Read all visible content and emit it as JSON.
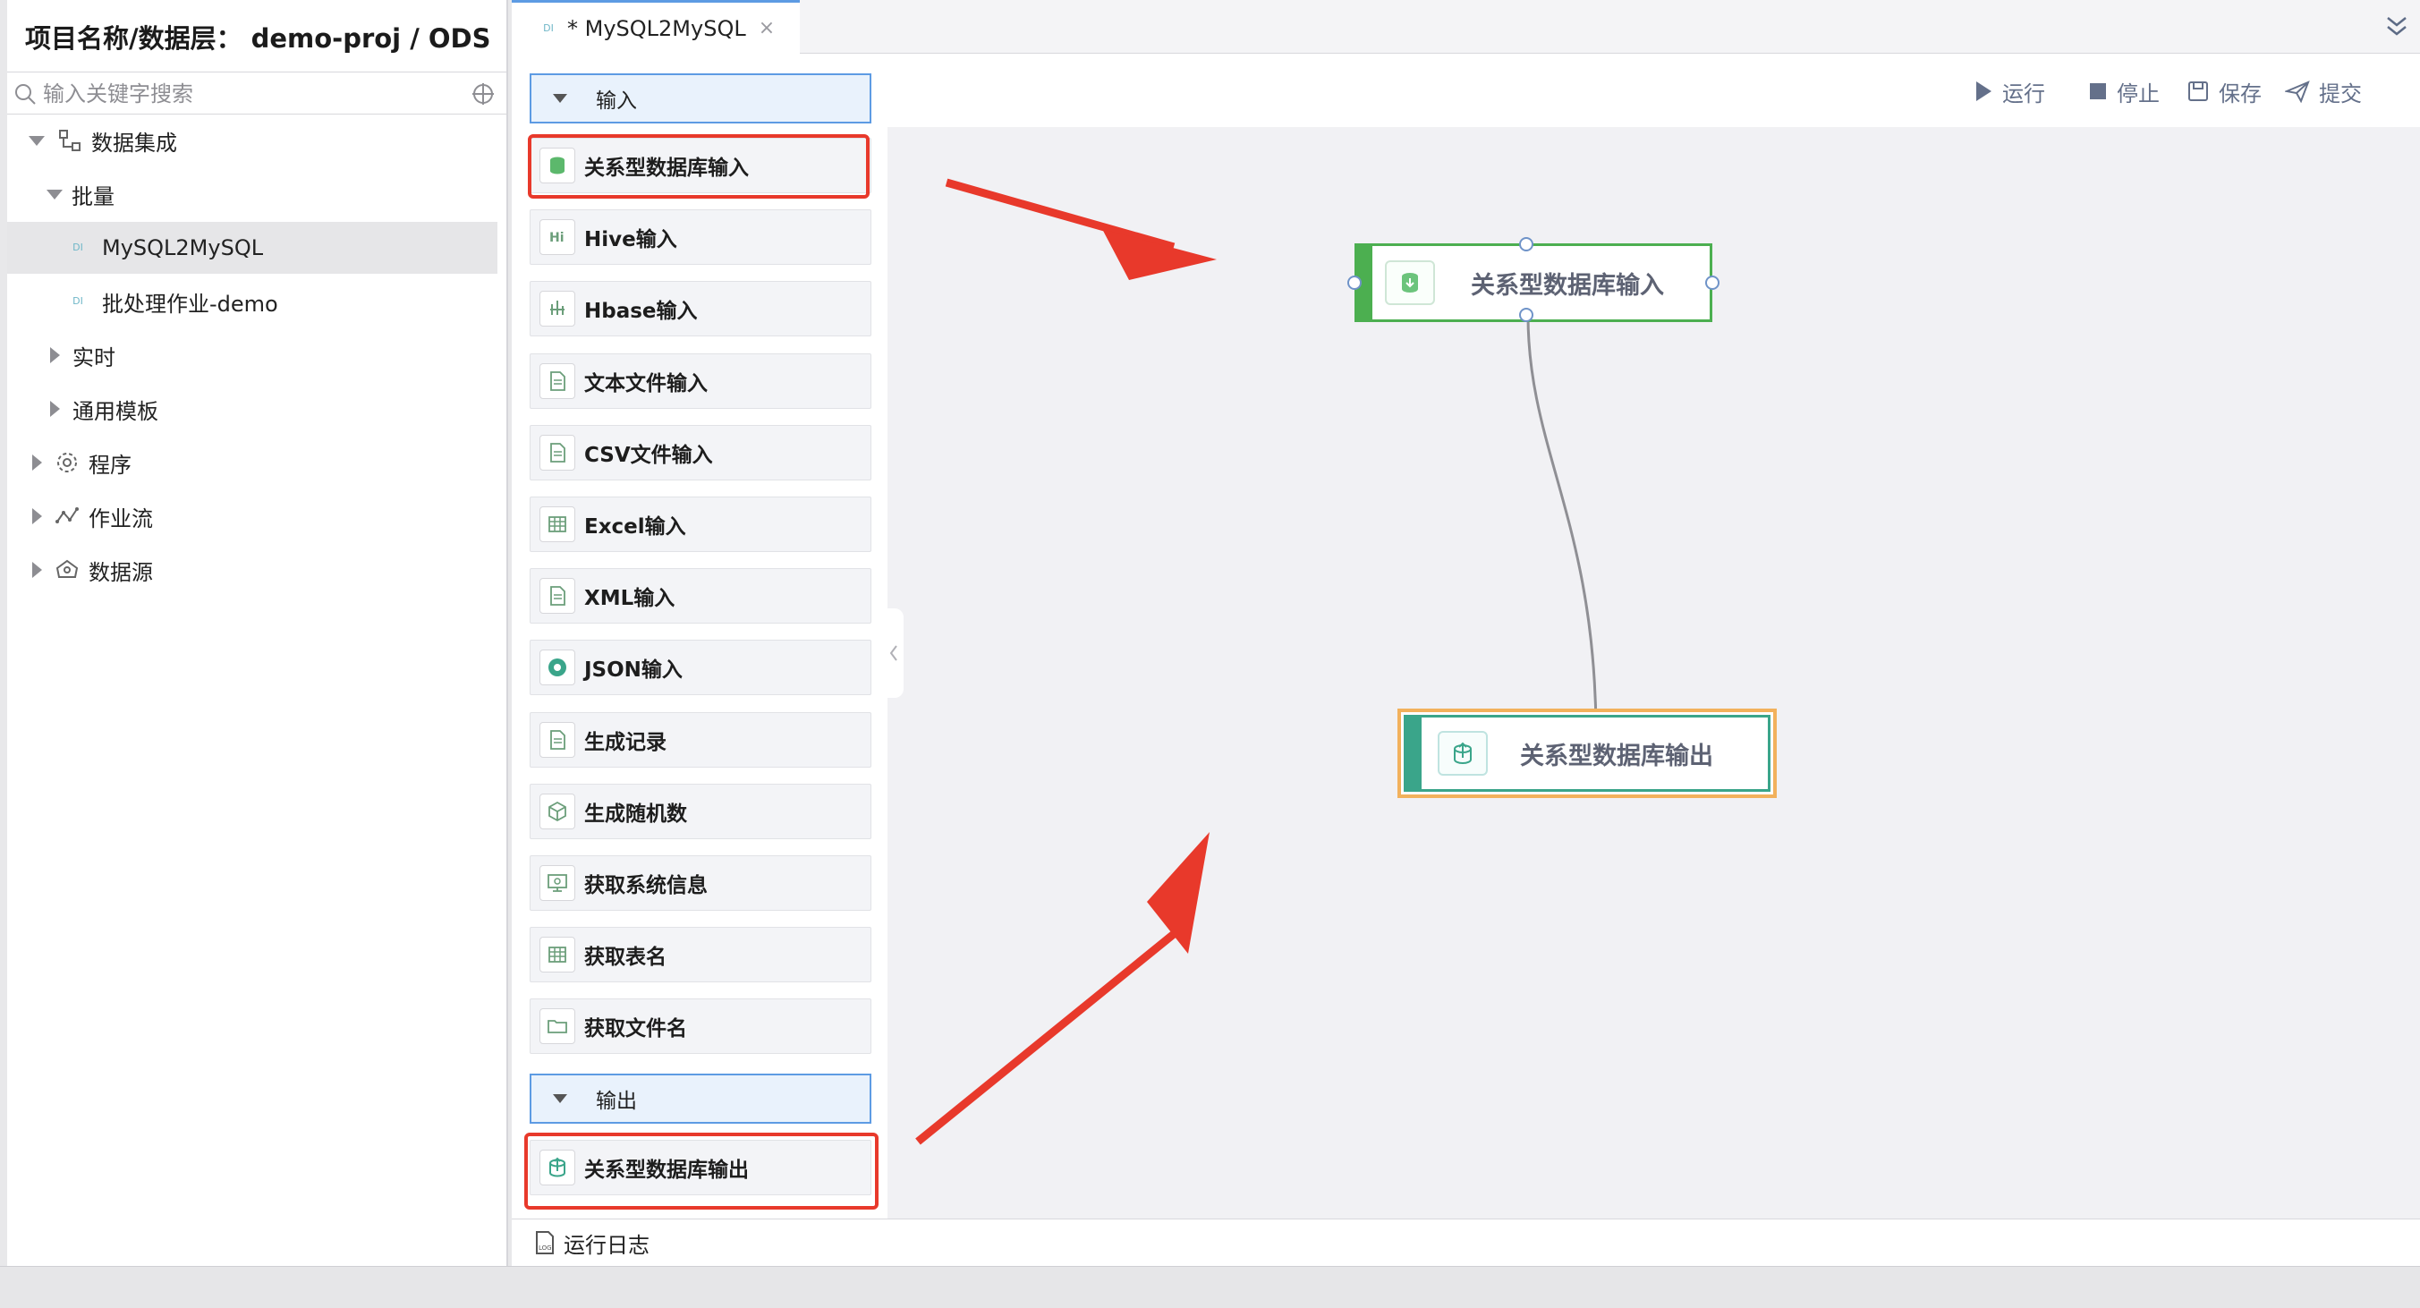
{
  "project": {
    "label": "项目名称/数据层：",
    "value": "demo-proj / ODS"
  },
  "search": {
    "placeholder": "输入关键字搜索"
  },
  "tree": {
    "data_integration": "数据集成",
    "batch": "批量",
    "job_selected": "MySQL2MySQL",
    "job_demo": "批处理作业-demo",
    "realtime": "实时",
    "template": "通用模板",
    "program": "程序",
    "workflow": "作业流",
    "datasource": "数据源",
    "di_badge": "DI"
  },
  "tab": {
    "badge": "DI",
    "title": "* MySQL2MySQL",
    "close": "×"
  },
  "toolbar": {
    "run": "运行",
    "stop": "停止",
    "save": "保存",
    "submit": "提交"
  },
  "palette": {
    "input_section": "输入",
    "output_section": "输出",
    "input_items": [
      {
        "label": "关系型数据库输入",
        "icon": "database-input-icon"
      },
      {
        "label": "Hive输入",
        "icon": "hive-icon",
        "glyph": "Hi"
      },
      {
        "label": "Hbase输入",
        "icon": "hbase-icon"
      },
      {
        "label": "文本文件输入",
        "icon": "text-file-icon"
      },
      {
        "label": "CSV文件输入",
        "icon": "csv-file-icon"
      },
      {
        "label": "Excel输入",
        "icon": "excel-icon"
      },
      {
        "label": "XML输入",
        "icon": "xml-icon"
      },
      {
        "label": "JSON输入",
        "icon": "json-icon"
      },
      {
        "label": "生成记录",
        "icon": "records-icon"
      },
      {
        "label": "生成随机数",
        "icon": "random-icon"
      },
      {
        "label": "获取系统信息",
        "icon": "system-info-icon"
      },
      {
        "label": "获取表名",
        "icon": "table-name-icon"
      },
      {
        "label": "获取文件名",
        "icon": "file-name-icon"
      }
    ],
    "output_items": [
      {
        "label": "关系型数据库输出",
        "icon": "database-output-icon"
      }
    ]
  },
  "canvas": {
    "node_input": "关系型数据库输入",
    "node_output": "关系型数据库输出"
  },
  "colors": {
    "accent": "#5d9be3",
    "highlight": "#e8392b",
    "node_green": "#4caf50",
    "node_teal": "#3aa58a",
    "node_selected": "#f2b15c"
  },
  "log": {
    "label": "运行日志"
  }
}
